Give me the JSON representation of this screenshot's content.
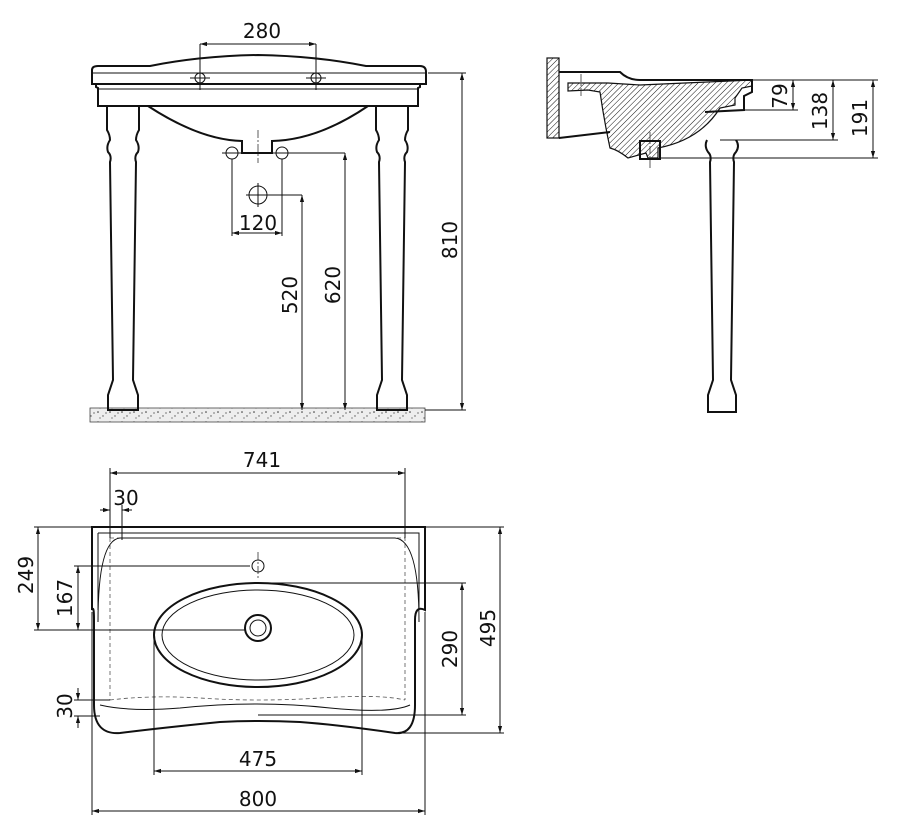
{
  "title": "Washbasin with legs – technical drawing (mm)",
  "front_view": {
    "dim_tap_holes": "280",
    "dim_waste_holes": "120",
    "dim_waste_height": "520",
    "dim_supply_height": "620",
    "dim_total_height": "810"
  },
  "side_view": {
    "dim_rim_depth": "79",
    "dim_bowl_depth": "138",
    "dim_total_depth": "191"
  },
  "plan_view": {
    "dim_inner_width": "741",
    "dim_side_offset": "30",
    "dim_tap_to_back": "249",
    "dim_tap_to_drain": "167",
    "dim_bowl_depth": "290",
    "dim_total_depth": "495",
    "dim_front_offset": "30",
    "dim_bowl_width": "475",
    "dim_total_width": "800"
  }
}
